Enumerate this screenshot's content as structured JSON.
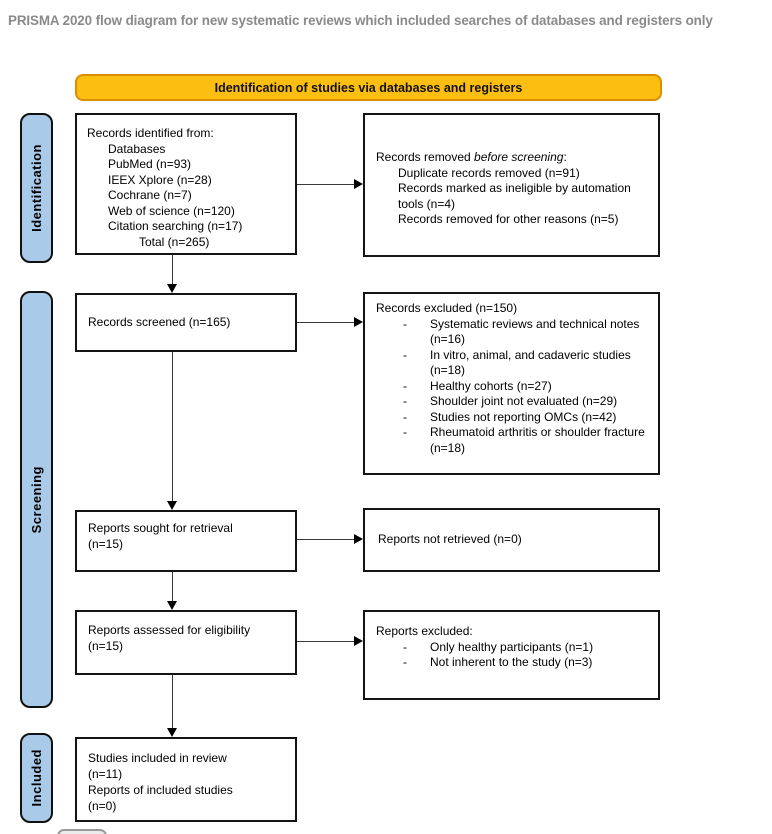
{
  "title": "PRISMA 2020 flow diagram for new systematic reviews which included searches of databases and registers only",
  "banner": {
    "label": "Identification of studies via databases and registers"
  },
  "stages": {
    "identification": "Identification",
    "screening": "Screening",
    "included": "Included"
  },
  "boxes": {
    "records_identified": {
      "heading": "Records identified from:",
      "items": [
        "Databases",
        "PubMed (n=93)",
        "IEEX Xplore (n=28)",
        "Cochrane (n=7)",
        "Web of science (n=120)",
        "Citation searching (n=17)"
      ],
      "total": "Total (n=265)"
    },
    "records_removed": {
      "heading_prefix": "Records removed ",
      "heading_italic": "before screening",
      "heading_suffix": ":",
      "items": [
        "Duplicate records removed (n=91)",
        "Records marked as ineligible by automation tools (n=4)",
        "Records removed for other reasons (n=5)"
      ]
    },
    "records_screened": {
      "label": "Records screened (n=165)"
    },
    "records_excluded": {
      "heading": "Records excluded (n=150)",
      "items": [
        "Systematic reviews and technical notes (n=16)",
        "In vitro, animal, and cadaveric studies (n=18)",
        "Healthy cohorts (n=27)",
        "Shoulder joint not evaluated (n=29)",
        "Studies not reporting OMCs (n=42)",
        "Rheumatoid arthritis or shoulder fracture (n=18)"
      ]
    },
    "reports_sought": {
      "lines": [
        "Reports sought for retrieval",
        "(n=15)"
      ]
    },
    "reports_not_retrieved": {
      "label": "Reports not retrieved (n=0)"
    },
    "reports_assessed": {
      "lines": [
        "Reports assessed for eligibility",
        "(n=15)"
      ]
    },
    "reports_excluded": {
      "heading": "Reports excluded:",
      "items": [
        "Only healthy participants (n=1)",
        "Not inherent to the study (n=3)"
      ]
    },
    "studies_included": {
      "lines": [
        "Studies included in review",
        "(n=11)",
        "Reports of included studies",
        "(n=0)"
      ]
    }
  },
  "colors": {
    "banner_fill": "#FDBE12",
    "banner_border": "#D99000",
    "stage_fill": "#A9CBE9",
    "stage_border": "#111111",
    "box_border": "#141414",
    "title_color": "#8A8A8A",
    "arrow_color": "#3A3A3A"
  }
}
